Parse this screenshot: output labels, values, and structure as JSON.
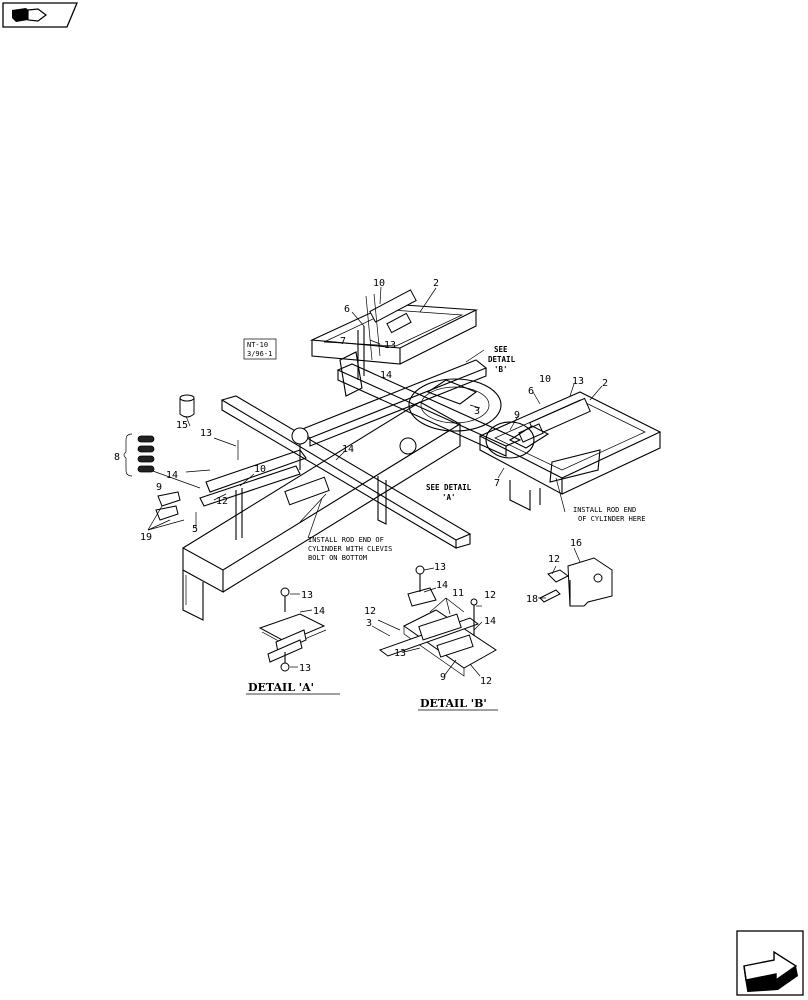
{
  "navigation": {
    "prev_icon": "page-back-arrow-icon",
    "next_icon": "page-forward-arrow-icon"
  },
  "diagram": {
    "stamp": {
      "line1": "NT-10",
      "line2": "3/96-1"
    },
    "callouts": {
      "c2a": "2",
      "c2b": "2",
      "c3a": "3",
      "c3b": "3",
      "c5": "5",
      "c6a": "6",
      "c6b": "6",
      "c7a": "7",
      "c7b": "7",
      "c8": "8",
      "c9a": "9",
      "c9b": "9",
      "c10a": "10",
      "c10b": "10",
      "c10c": "10",
      "c11": "11",
      "c12a": "12",
      "c12b": "12",
      "c12c": "12",
      "c13a": "13",
      "c13b": "13",
      "c13c": "13",
      "c13d": "13",
      "c13e": "13",
      "c13f": "13",
      "c14a": "14",
      "c14b": "14",
      "c14c": "14",
      "c14d": "14",
      "c14e": "14",
      "c14f": "14",
      "c15": "15",
      "c16": "16",
      "c18": "18",
      "c19": "19",
      "c12d": "12"
    },
    "notes": {
      "see_detail_b_1": "SEE",
      "see_detail_b_2": "DETAIL",
      "see_detail_b_3": "'B'",
      "see_detail_a": "SEE DETAIL",
      "see_detail_a_2": "'A'",
      "install_right_1": "INSTALL ROD END",
      "install_right_2": "OF CYLINDER HERE",
      "install_left_1": "INSTALL ROD END OF",
      "install_left_2": "CYLINDER WITH CLEVIS",
      "install_left_3": "BOLT ON BOTTOM"
    },
    "detail_a_title": "DETAIL 'A'",
    "detail_b_title": "DETAIL 'B'"
  }
}
